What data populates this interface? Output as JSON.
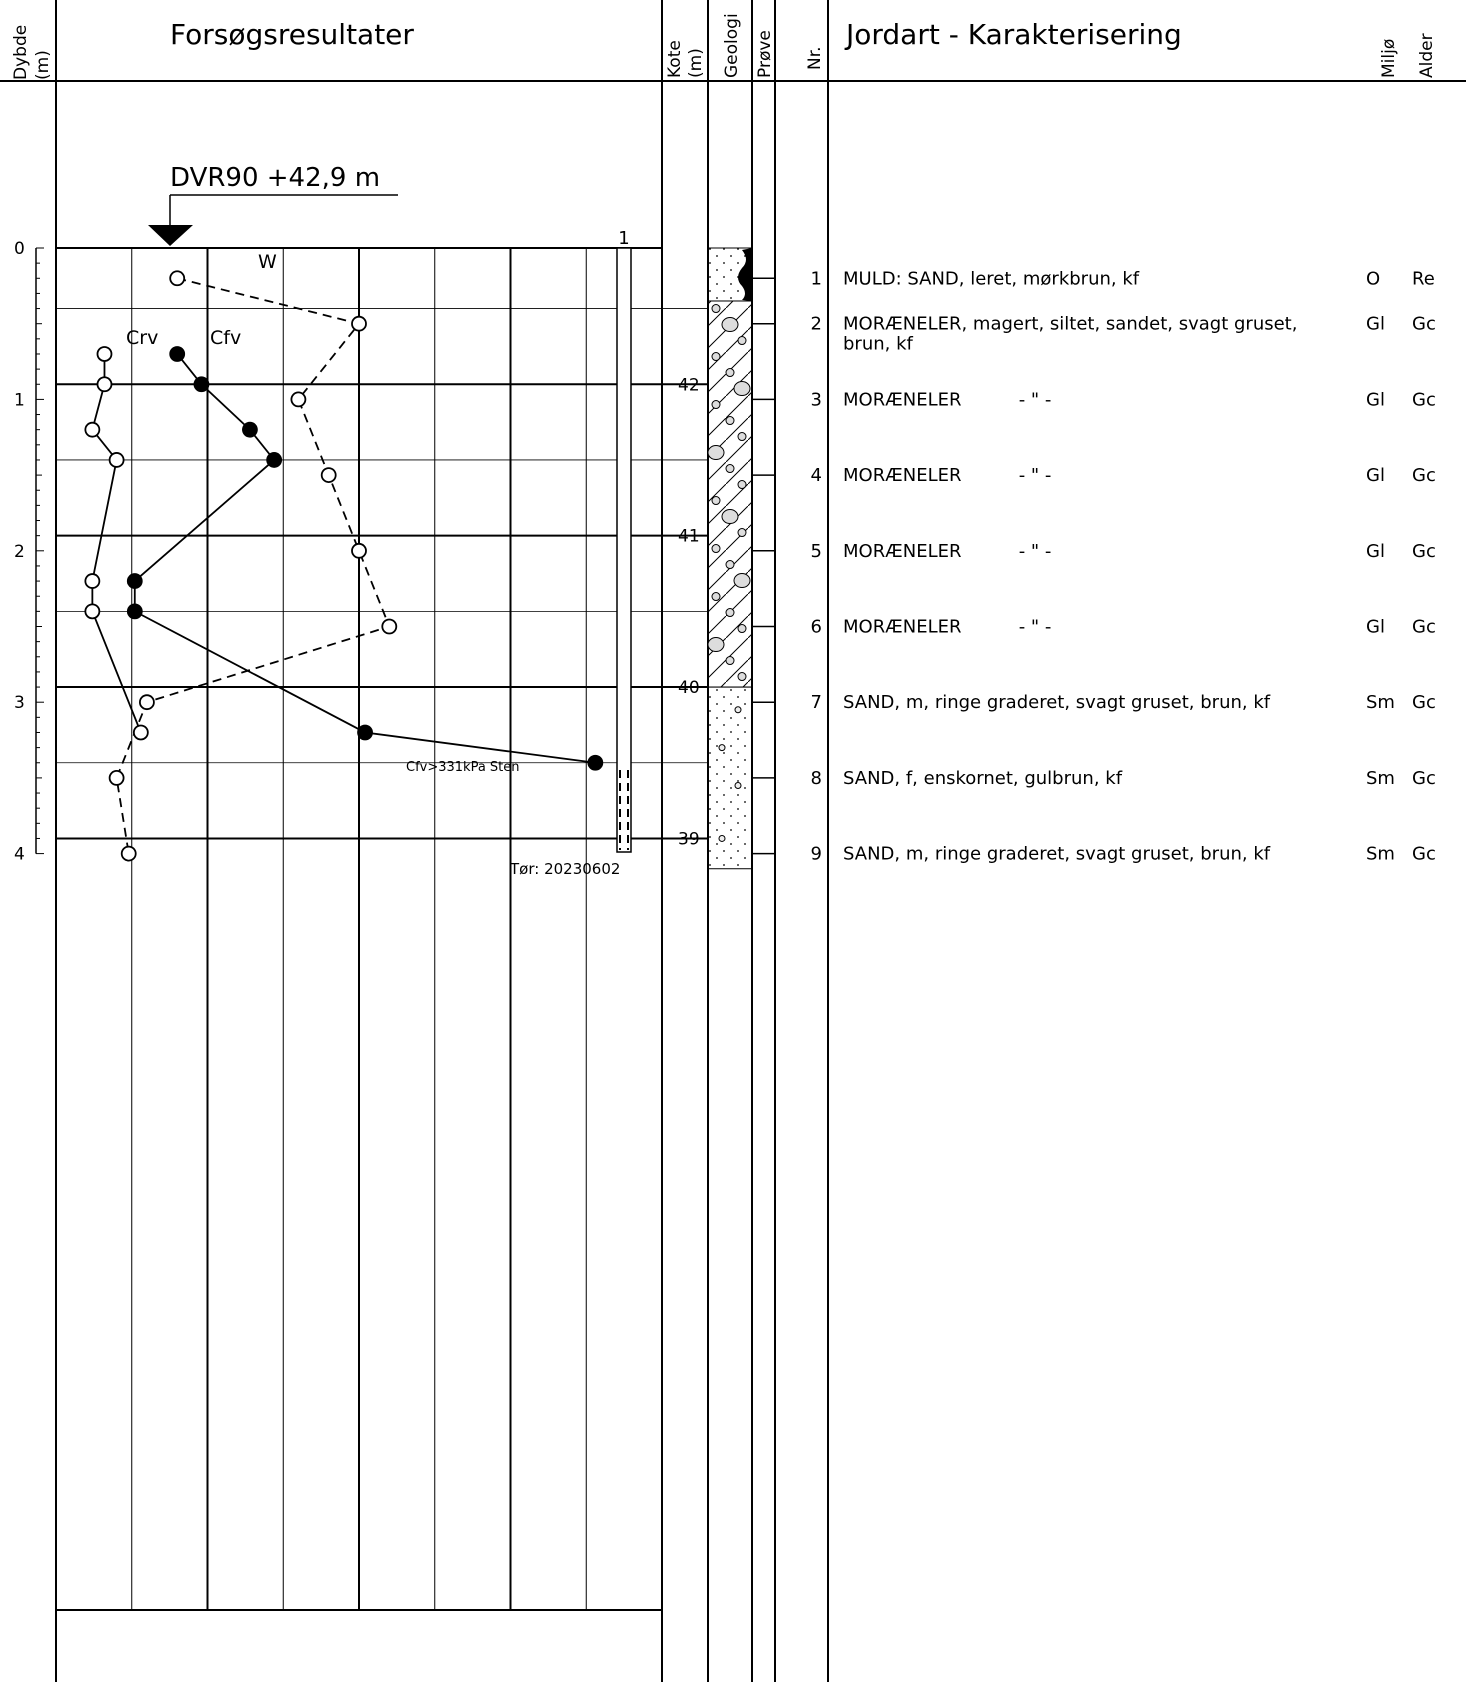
{
  "header": {
    "depth_col": [
      "Dybde",
      "(m)"
    ],
    "results_title": "Forsøgsresultater",
    "kote_col": [
      "Kote",
      "(m)"
    ],
    "geologi_col": "Geologi",
    "prove_col": "Prøve",
    "nr_col": "Nr.",
    "desc_title": "Jordart - Karakterisering",
    "miljo_col": "Miljø",
    "alder_col": "Alder"
  },
  "datum_label": "DVR90 +42,9 m",
  "depth_ticks": [
    "0",
    "1",
    "2",
    "3",
    "4"
  ],
  "kote_ticks": [
    "42",
    "41",
    "40",
    "39"
  ],
  "filter_label": "1",
  "dry_label": "Tør: 20230602",
  "annotation": "Cfv>331kPa Sten",
  "series_labels": {
    "w": "W",
    "crv": "Crv",
    "cfv": "Cfv"
  },
  "chart_data": {
    "type": "line",
    "y_axis": "Dybde (m)",
    "ylim": [
      0,
      4
    ],
    "series": [
      {
        "name": "W",
        "style": "dashed-open-circle",
        "points": [
          [
            0.2,
            0.2
          ],
          [
            0.5,
            0.5
          ],
          [
            0.4,
            1.0
          ],
          [
            0.45,
            1.5
          ],
          [
            0.5,
            2.0
          ],
          [
            0.55,
            2.5
          ],
          [
            0.15,
            3.0
          ],
          [
            0.1,
            3.5
          ],
          [
            0.12,
            4.0
          ]
        ]
      },
      {
        "name": "Crv",
        "style": "solid-open-circle",
        "points": [
          [
            0.08,
            0.7
          ],
          [
            0.08,
            0.9
          ],
          [
            0.06,
            1.2
          ],
          [
            0.1,
            1.4
          ],
          [
            0.06,
            2.2
          ],
          [
            0.06,
            2.4
          ],
          [
            0.14,
            3.2
          ]
        ]
      },
      {
        "name": "Cfv",
        "style": "solid-filled-circle",
        "points": [
          [
            0.2,
            0.7
          ],
          [
            0.24,
            0.9
          ],
          [
            0.32,
            1.2
          ],
          [
            0.36,
            1.4
          ],
          [
            0.13,
            2.2
          ],
          [
            0.13,
            2.4
          ],
          [
            0.51,
            3.2
          ],
          [
            0.89,
            3.4
          ]
        ]
      }
    ]
  },
  "layers": [
    {
      "nr": "1",
      "top": 0.0,
      "bottom": 0.35,
      "pattern": "muld",
      "description": "MULD: SAND, leret, mørkbrun, kf",
      "miljo": "O",
      "alder": "Re"
    },
    {
      "nr": "2",
      "top": 0.35,
      "bottom": 2.9,
      "pattern": "moraene",
      "description": "MORÆNELER, magert, siltet, sandet, svagt gruset, brun, kf",
      "miljo": "Gl",
      "alder": "Gc"
    },
    {
      "nr": "3",
      "top": 0.35,
      "bottom": 2.9,
      "pattern": "moraene",
      "description": "MORÆNELER          - \" -",
      "miljo": "Gl",
      "alder": "Gc"
    },
    {
      "nr": "4",
      "top": 0.35,
      "bottom": 2.9,
      "pattern": "moraene",
      "description": "MORÆNELER          - \" -",
      "miljo": "Gl",
      "alder": "Gc"
    },
    {
      "nr": "5",
      "top": 0.35,
      "bottom": 2.9,
      "pattern": "moraene",
      "description": "MORÆNELER          - \" -",
      "miljo": "Gl",
      "alder": "Gc"
    },
    {
      "nr": "6",
      "top": 0.35,
      "bottom": 2.9,
      "pattern": "moraene",
      "description": "MORÆNELER          - \" -",
      "miljo": "Gl",
      "alder": "Gc"
    },
    {
      "nr": "7",
      "top": 2.9,
      "bottom": 4.1,
      "pattern": "sand",
      "description": "SAND, m, ringe graderet, svagt gruset, brun, kf",
      "miljo": "Sm",
      "alder": "Gc"
    },
    {
      "nr": "8",
      "top": 2.9,
      "bottom": 4.1,
      "pattern": "sand",
      "description": "SAND, f, enskornet, gulbrun, kf",
      "miljo": "Sm",
      "alder": "Gc"
    },
    {
      "nr": "9",
      "top": 2.9,
      "bottom": 4.1,
      "pattern": "sand",
      "description": "SAND, m, ringe graderet, svagt gruset, brun, kf",
      "miljo": "Sm",
      "alder": "Gc"
    }
  ],
  "sample_depths": [
    0.2,
    0.5,
    1.0,
    1.5,
    2.0,
    2.5,
    3.0,
    3.5,
    4.0
  ]
}
